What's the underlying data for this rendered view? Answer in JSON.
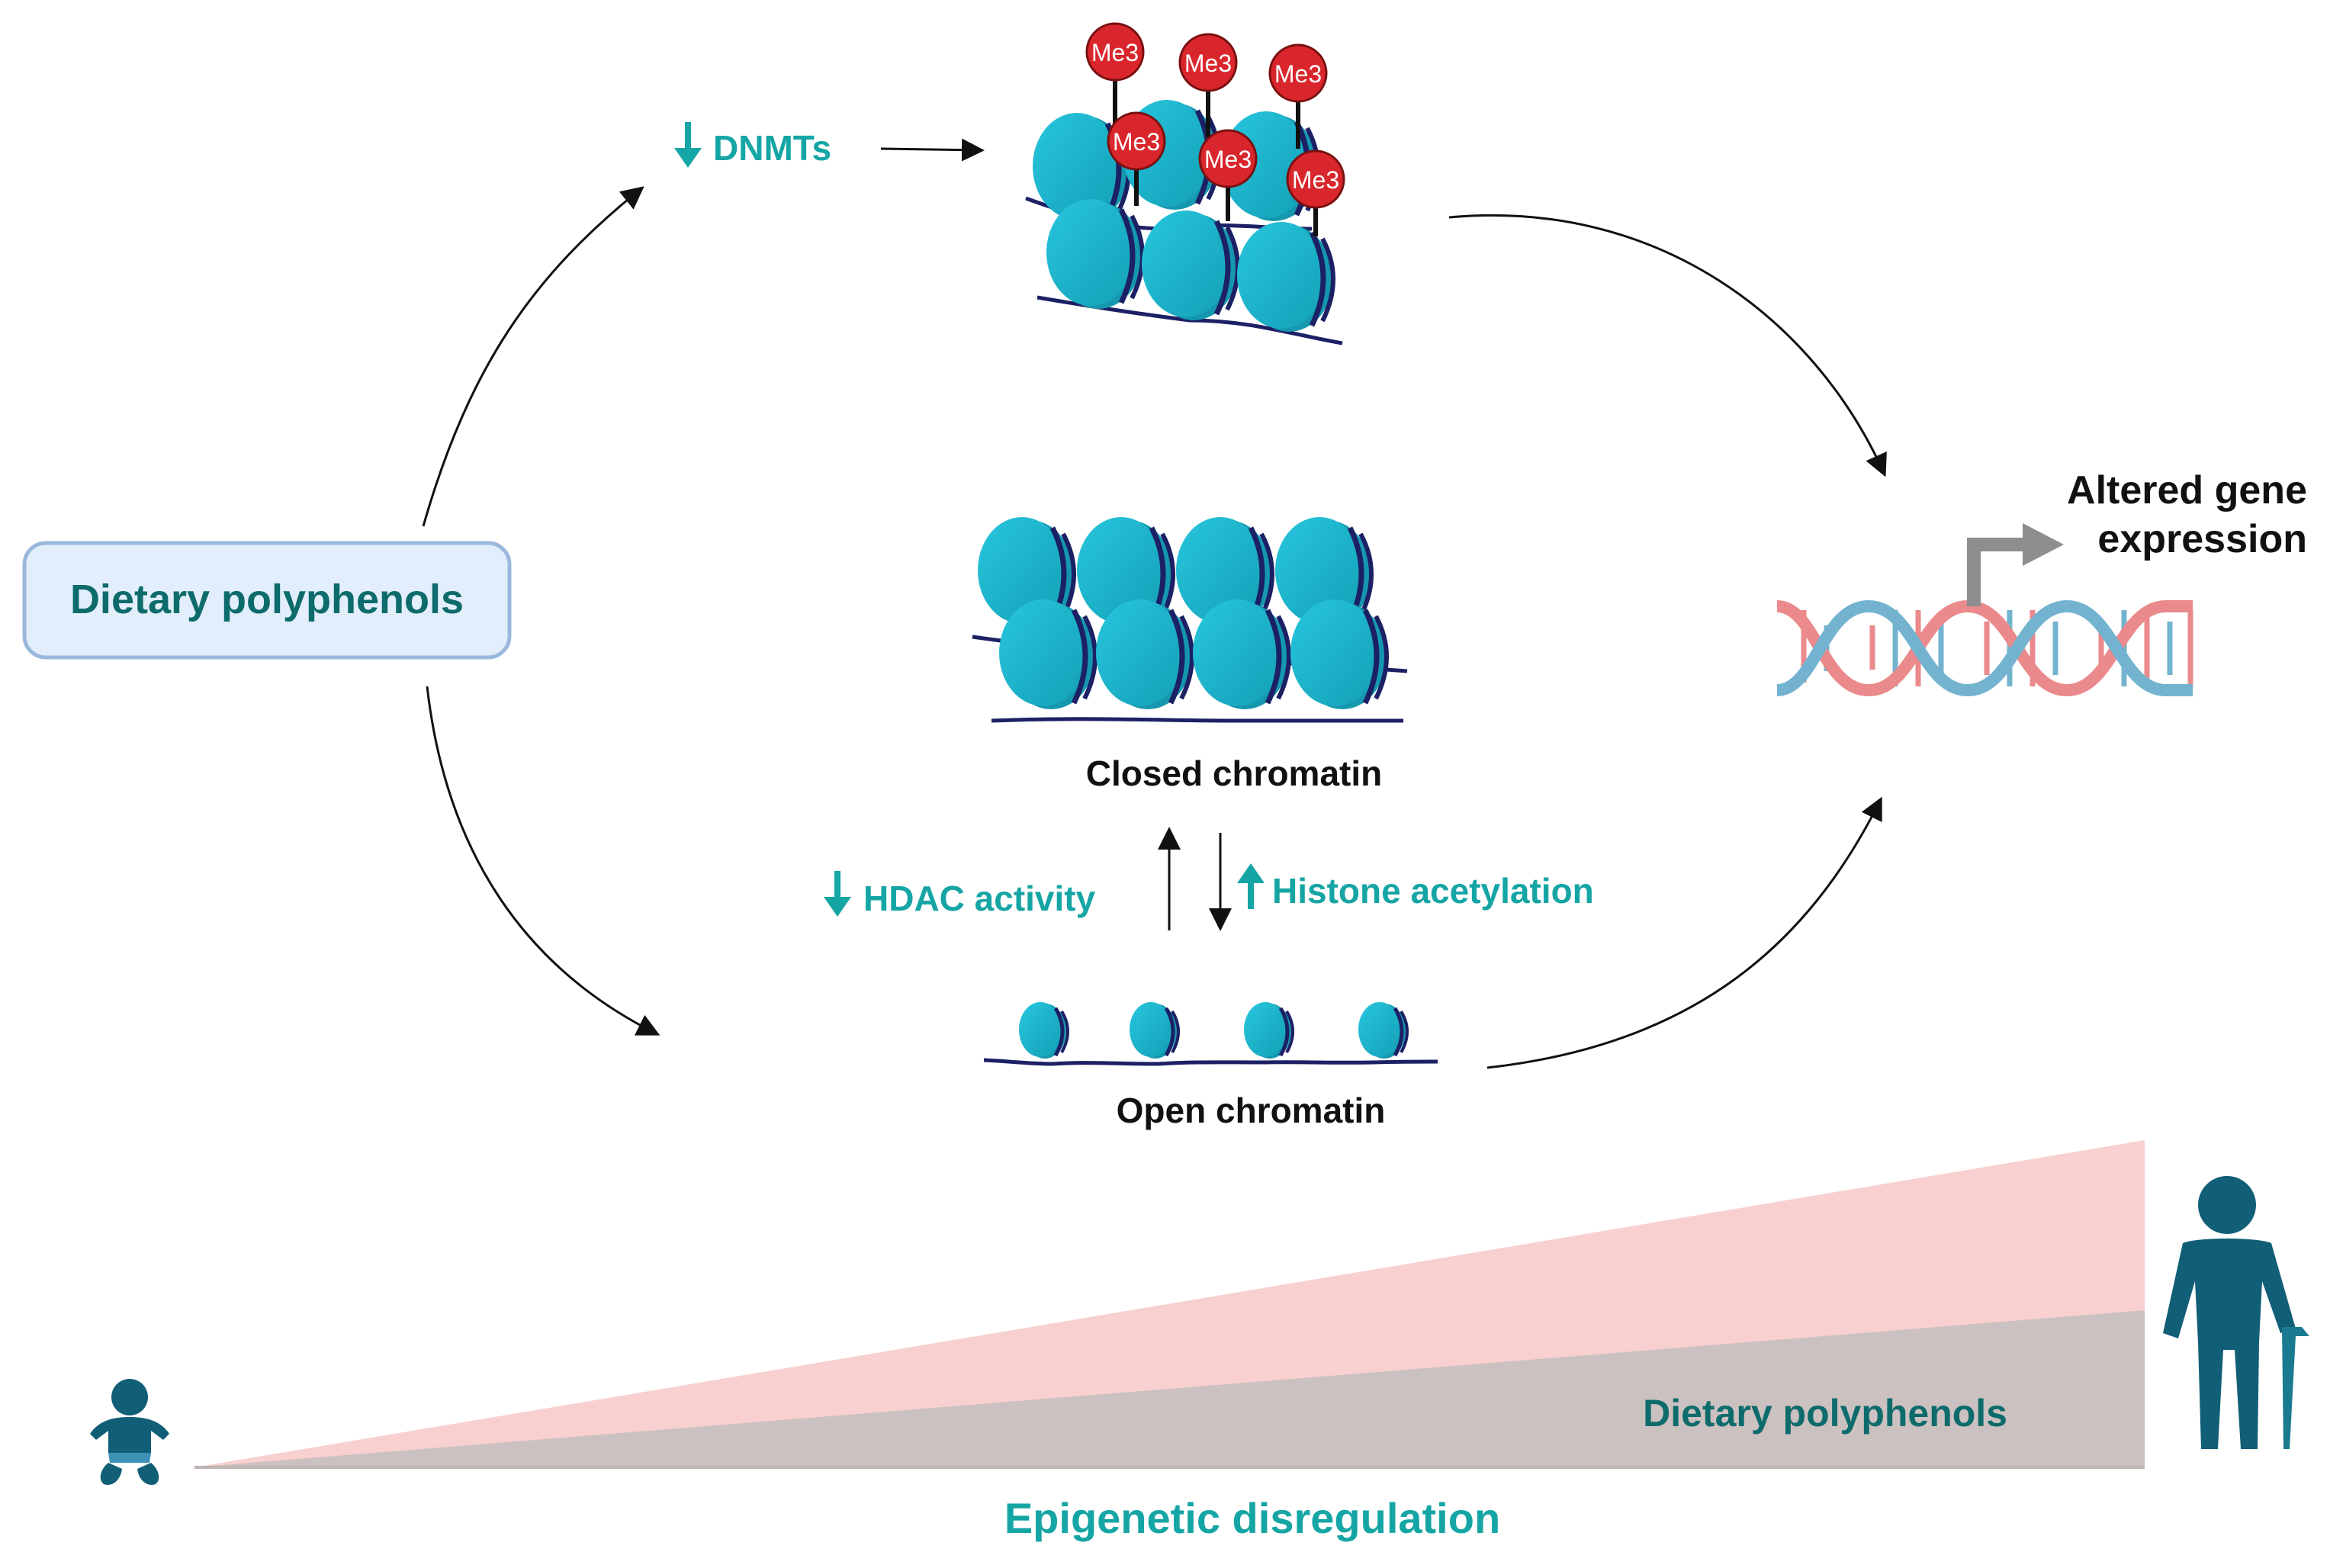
{
  "source_box": {
    "label": "Dietary polyphenols"
  },
  "dnmt": {
    "arrow": "down",
    "label": "DNMTs"
  },
  "methyl_mark": {
    "label": "Me3"
  },
  "closed_chromatin": {
    "label": "Closed chromatin"
  },
  "open_chromatin": {
    "label": "Open chromatin"
  },
  "hdac": {
    "arrow": "down",
    "label": "HDAC activity"
  },
  "histone": {
    "arrow": "up",
    "label": "Histone acetylation"
  },
  "outcome": {
    "line1": "Altered gene",
    "line2": "expression"
  },
  "age_gradient": {
    "inner_label": "Dietary polyphenols",
    "axis_label": "Epigenetic disregulation",
    "start_icon": "baby-icon",
    "end_icon": "elderly-person-icon"
  },
  "colors": {
    "teal_text": "#16a5a5",
    "dark_teal": "#0e6b6b",
    "nucleosome": "#19b7cf",
    "nucleosome_dark": "#1597ae",
    "dna_strand": "#1c2064",
    "methyl_red": "#d9262c",
    "box_fill": "#e2eefb",
    "box_stroke": "#9bb8dc",
    "wedge_pink": "#f8d0cf",
    "wedge_gray": "#ccc1c1",
    "person": "#115e77",
    "helix_pink": "#ea8a8c",
    "helix_blue": "#73b3cf"
  }
}
